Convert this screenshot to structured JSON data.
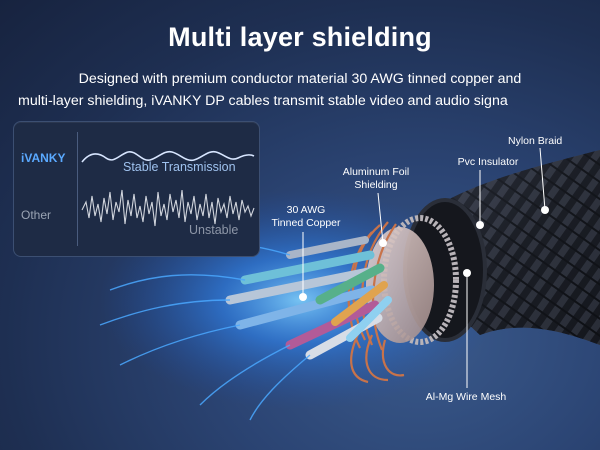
{
  "header": {
    "title": "Multi layer shielding",
    "subtitle_line1": "Designed with premium conductor material 30 AWG tinned copper and",
    "subtitle_line2": "multi-layer shielding, iVANKY DP cables transmit stable video and audio signa"
  },
  "comparison": {
    "brand_label": "iVANKY",
    "brand_caption": "Stable Transmission",
    "other_label": "Other",
    "other_caption": "Unstable",
    "brand_color": "#5aa9ff"
  },
  "callouts": {
    "conductor": "30 AWG\nTinned Copper",
    "foil": "Aluminum Foil\nShielding",
    "insulator": "Pvc Insulator",
    "braid": "Nylon Braid",
    "mesh": "Al-Mg Wire Mesh"
  },
  "colors": {
    "background": "#1e2f52",
    "glow": "#3aa0ff",
    "copper": "#c8734a",
    "foil": "#c9a8a6"
  }
}
